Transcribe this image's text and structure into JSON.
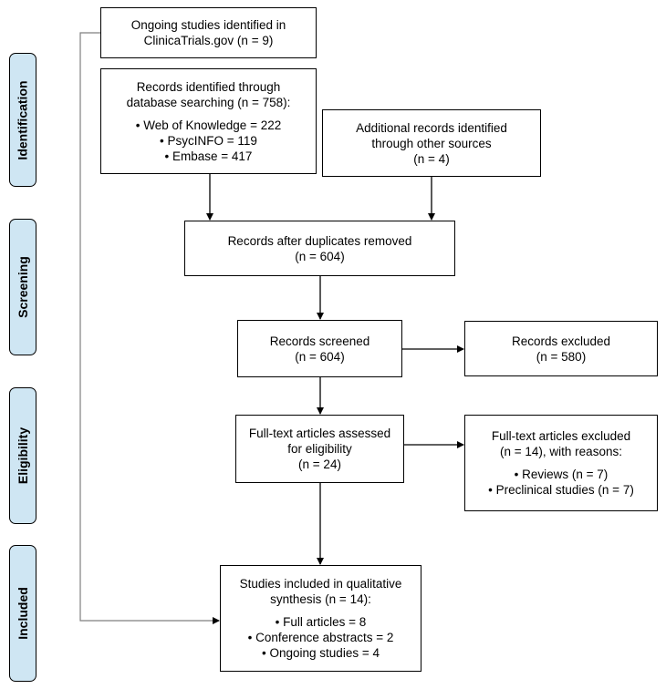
{
  "stages": {
    "identification": "Identification",
    "screening": "Screening",
    "eligibility": "Eligibility",
    "included": "Included"
  },
  "boxes": {
    "ongoing": [
      "Ongoing studies identified in",
      "ClinicaTrials.gov (n = 9)"
    ],
    "database": {
      "lines": [
        "Records identified through",
        "database searching (n = 758):"
      ],
      "items": [
        "• Web of Knowledge = 222",
        "• PsycINFO = 119",
        "• Embase = 417"
      ]
    },
    "additional": [
      "Additional records identified",
      "through other sources",
      "(n = 4)"
    ],
    "duplicates": [
      "Records after duplicates removed",
      "(n = 604)"
    ],
    "screened": [
      "Records screened",
      "(n = 604)"
    ],
    "excluded": [
      "Records excluded",
      "(n = 580)"
    ],
    "fulltext": [
      "Full-text articles assessed",
      "for eligibility",
      "(n = 24)"
    ],
    "fulltext_excluded": {
      "lines": [
        "Full-text articles excluded",
        "(n = 14), with reasons:"
      ],
      "items": [
        "• Reviews (n = 7)",
        "• Preclinical studies (n = 7)"
      ]
    },
    "included": {
      "lines": [
        "Studies included in qualitative",
        "synthesis (n = 14):"
      ],
      "items": [
        "• Full articles = 8",
        "• Conference abstracts = 2",
        "• Ongoing studies = 4"
      ]
    }
  }
}
